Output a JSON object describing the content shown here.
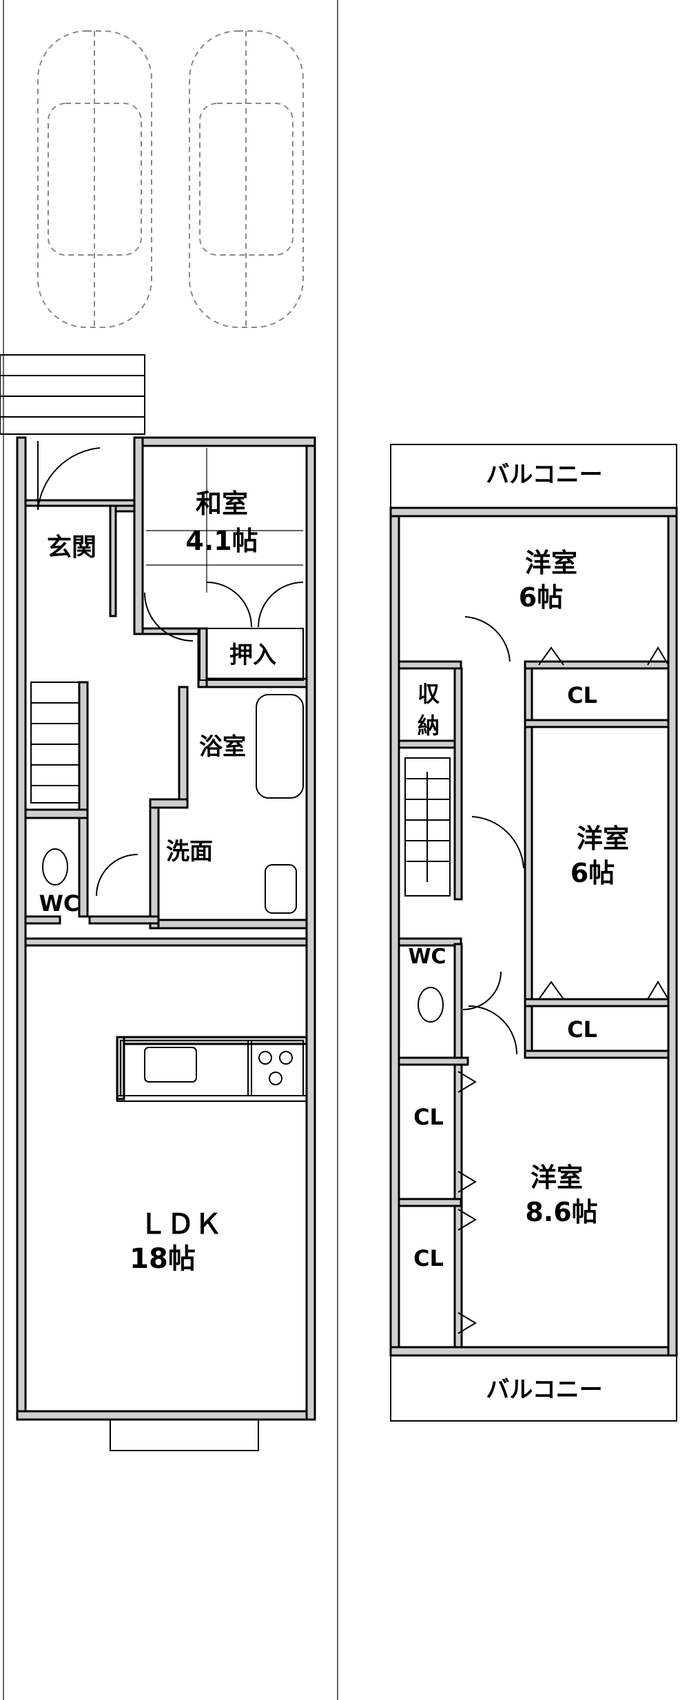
{
  "floor1": {
    "genkan": "玄関",
    "washitsu_name": "和室",
    "washitsu_size": "4.1帖",
    "oshiire": "押入",
    "yokushitsu": "浴室",
    "senmen": "洗面",
    "wc": "WC",
    "ldk_name": "ＬＤＫ",
    "ldk_size": "18帖"
  },
  "floor2": {
    "balcony_north": "バルコニー",
    "room1_name": "洋室",
    "room1_size": "6帖",
    "shuno_1": "収",
    "shuno_2": "納",
    "cl_1": "CL",
    "room2_name": "洋室",
    "room2_size": "6帖",
    "wc": "WC",
    "cl_2": "CL",
    "cl_3": "CL",
    "cl_4": "CL",
    "room3_name": "洋室",
    "room3_size": "8.6帖",
    "balcony_south": "バルコニー"
  }
}
